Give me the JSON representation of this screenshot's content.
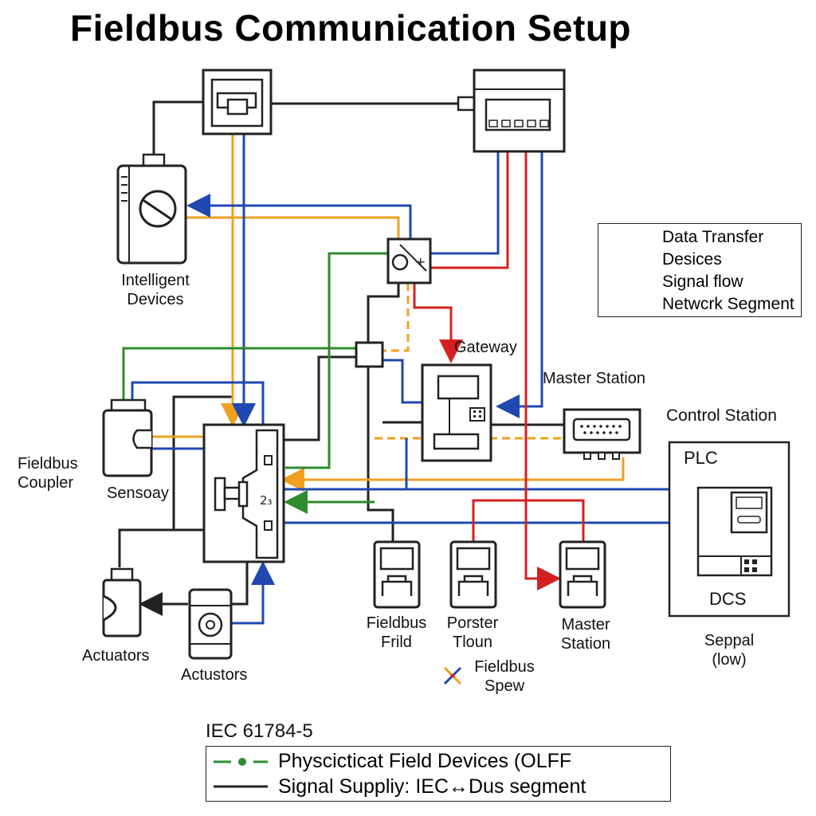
{
  "title": "Fieldbus Communication Setup",
  "labels": {
    "intelligent_devices": [
      "Intelligent",
      "Devices"
    ],
    "gateway": "Gateway",
    "master_station_top": "Master Station",
    "control_station": "Control Station",
    "plc": "PLC",
    "dcs": "DCS",
    "fieldbus_coupler": [
      "Fieldbus",
      "Coupler"
    ],
    "sensor": "Sensoay",
    "actuators_left": "Actuators",
    "actuators_right": "Actustors",
    "fieldbus_frild": [
      "Fieldbus",
      "Frild"
    ],
    "porster_tloun": [
      "Porster",
      "Tloun"
    ],
    "master_station_bottom": [
      "Master",
      "Station"
    ],
    "fieldbus_spew": [
      "Fieldbus",
      "Spew"
    ],
    "seppal_low": [
      "Seppal",
      "(low)"
    ],
    "iec": "IEC 61784-5"
  },
  "legend": {
    "items": [
      "Data Transfer",
      "Desices",
      "Signal flow",
      "Netwcrk Segment"
    ],
    "colors": {
      "green": "#2e8b2e",
      "orange": "#f0a020",
      "blue": "#1f48b0",
      "red": "#d42020",
      "black": "#222222"
    }
  },
  "bottom_legend": {
    "line1": "Physcicticat Field Devices (OLFF",
    "line2": "Signal Suppliy: IEC↔Dus segment"
  }
}
